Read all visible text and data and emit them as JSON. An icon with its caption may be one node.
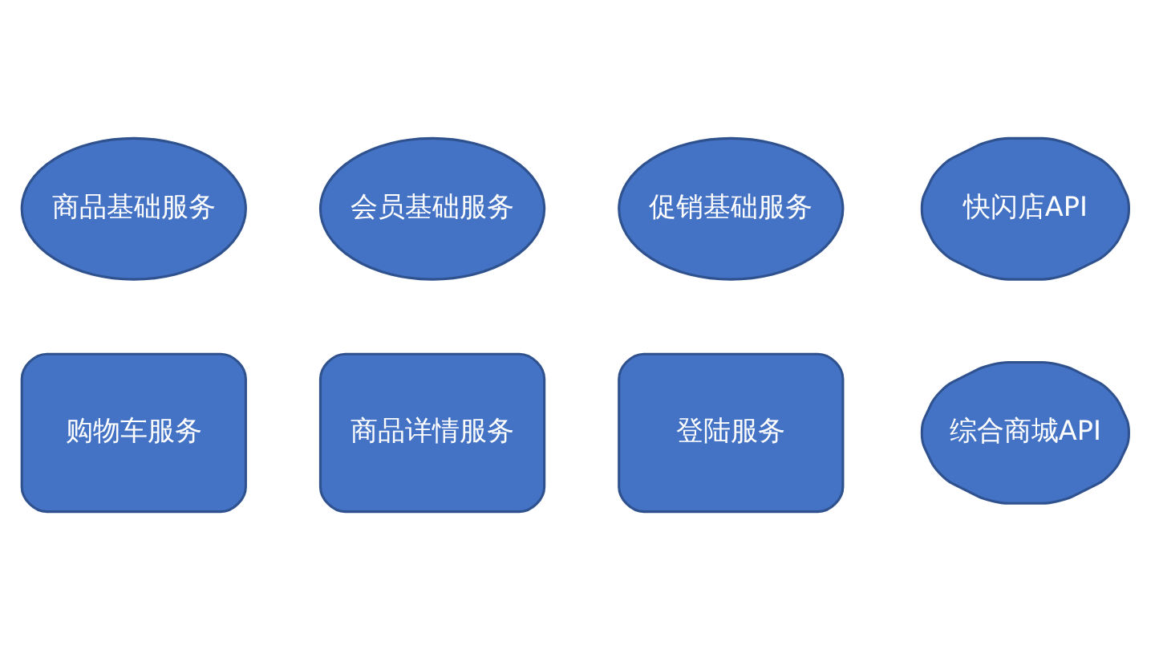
{
  "diagram": {
    "nodes": [
      {
        "text": [
          "商品基础服务"
        ]
      },
      {
        "text": [
          "会员基础服务"
        ]
      },
      {
        "text": [
          "促销基础服务"
        ]
      },
      {
        "text": [
          "快闪店API"
        ]
      },
      {
        "text": [
          "购物车服务"
        ]
      },
      {
        "text": [
          "商品详情服务"
        ]
      },
      {
        "text": [
          "登陆服务"
        ]
      },
      {
        "text": [
          "综合商城API"
        ]
      }
    ]
  }
}
